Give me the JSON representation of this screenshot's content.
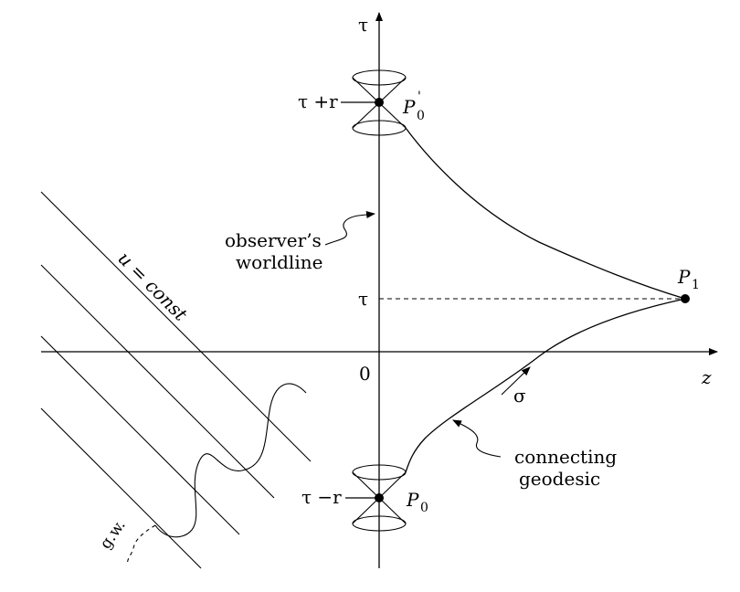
{
  "axes": {
    "tau_axis_label": "τ",
    "z_axis_label": "z",
    "origin_label": "0"
  },
  "ticks": {
    "upper": "τ +r",
    "middle": "τ",
    "lower": "τ −r"
  },
  "points": {
    "p0_prime": {
      "base": "P",
      "sub": "0",
      "sup": "'"
    },
    "p1": {
      "base": "P",
      "sub": "1"
    },
    "p0": {
      "base": "P",
      "sub": "0"
    }
  },
  "annotations": {
    "worldline_line1": "observer’s",
    "worldline_line2": "worldline",
    "geodesic_line1": "connecting",
    "geodesic_line2": "geodesic",
    "wavefront": "u = const",
    "gw": "g.w.",
    "sigma": "σ"
  }
}
